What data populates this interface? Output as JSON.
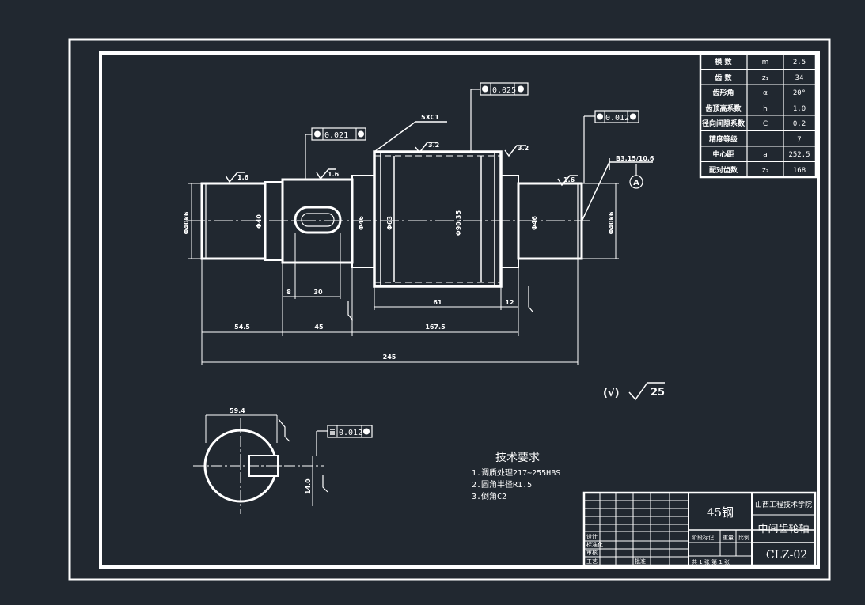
{
  "drawing": {
    "colors": {
      "background": "#212830",
      "lines": "#ffffff"
    },
    "params": [
      {
        "label": "模  数",
        "symbol": "m",
        "value": "2.5"
      },
      {
        "label": "齿  数",
        "symbol": "z₁",
        "value": "34"
      },
      {
        "label": "齿形角",
        "symbol": "α",
        "value": "20°"
      },
      {
        "label": "齿顶高系数",
        "symbol": "h",
        "value": "1.0"
      },
      {
        "label": "径向间隙系数",
        "symbol": "C",
        "value": "0.2"
      },
      {
        "label": "精度等级",
        "symbol": "",
        "value": "7"
      },
      {
        "label": "中心距",
        "symbol": "a",
        "value": "252.5"
      },
      {
        "label": "配对齿数",
        "symbol": "z₂",
        "value": "168"
      }
    ],
    "dimensions": {
      "len1": "54.5",
      "len2": "45",
      "len3": "167.5",
      "total": "245",
      "key_w": "8",
      "key_l": "30",
      "gear_w": "61",
      "shoulder": "12",
      "keyway_depth": "59.4",
      "keyway_w": "14.0",
      "chamfer": "5XC1",
      "center_hole": "B3.15/10.6",
      "datum": "A",
      "surface_note": "25"
    },
    "tolerances": {
      "t1": "0.021",
      "t2": "0.025",
      "t3": "0.012",
      "t4": "0.012"
    },
    "roughness": {
      "r1": "1.6",
      "r2": "1.6",
      "r3": "3.2",
      "r4": "3.2",
      "r5": "1.6"
    },
    "notes": {
      "title": "技术要求",
      "items": [
        "1.调质处理217~255HBS",
        "2.圆角半径R1.5",
        "3.倒角C2"
      ]
    },
    "title_block": {
      "material": "45钢",
      "school": "山西工程技术学院",
      "part_name": "中间齿轮轴",
      "drawing_no": "CLZ-02",
      "stage_label": "阶段标记",
      "weight_label": "重量",
      "scale_label": "比例",
      "sheet_label": "共 1 张   第 1 张",
      "designer": "设计",
      "checker": "审核",
      "process": "工艺",
      "standard": "标准化",
      "approve": "批准"
    }
  }
}
